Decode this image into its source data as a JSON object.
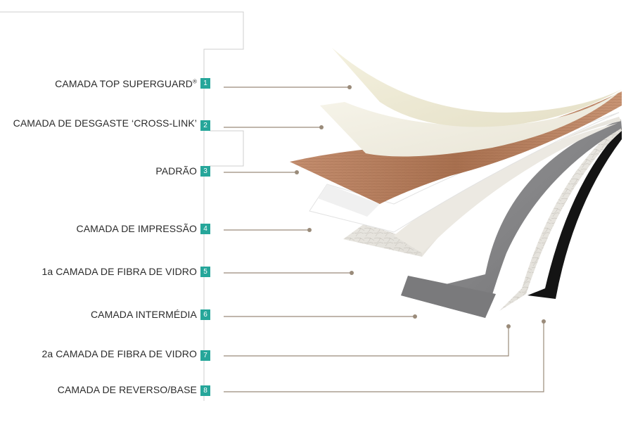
{
  "colors": {
    "badge": "#26a69a",
    "leader_line": "#9a8b7a",
    "frame_line": "#cfcfcf",
    "wood": "#b0785a",
    "gray_core": "#8e8e90",
    "black_base": "#141414"
  },
  "layers": [
    {
      "number": "1",
      "label": "CAMADA TOP SUPERGUARD",
      "mark": "®"
    },
    {
      "number": "2",
      "label": "CAMADA DE DESGASTE ‘CROSS-LINK’"
    },
    {
      "number": "3",
      "label": "PADRÃO"
    },
    {
      "number": "4",
      "label": "CAMADA DE IMPRESSÃO"
    },
    {
      "number": "5",
      "label": "1a CAMADA DE FIBRA DE VIDRO"
    },
    {
      "number": "6",
      "label": "CAMADA INTERMÉDIA"
    },
    {
      "number": "7",
      "label": "2a CAMADA DE FIBRA DE VIDRO"
    },
    {
      "number": "8",
      "label": "CAMADA DE REVERSO/BASE"
    }
  ]
}
